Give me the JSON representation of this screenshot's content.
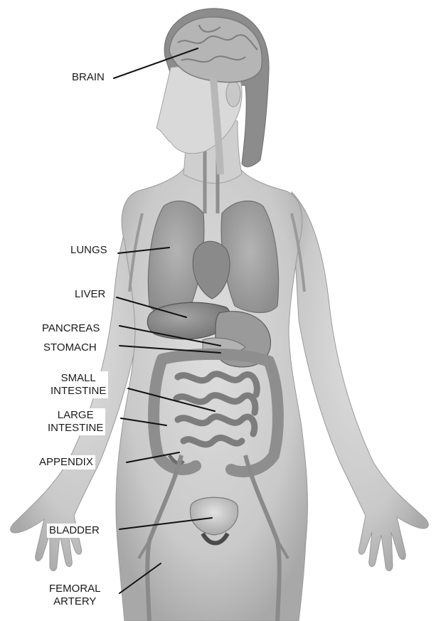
{
  "labels": {
    "brain": "BRAIN",
    "lungs": "LUNGS",
    "liver": "LIVER",
    "pancreas": "PANCREAS",
    "stomach": "STOMACH",
    "small_intestine": [
      "SMALL",
      "INTESTINE"
    ],
    "large_intestine": [
      "LARGE",
      "INTESTINE"
    ],
    "appendix": "APPENDIX",
    "bladder": "BLADDER",
    "femoral_artery": [
      "FEMORAL",
      "ARTERY"
    ]
  },
  "colors": {
    "skin": "#d4d4d4",
    "skin_shadow": "#a9a9a9",
    "hair": "#8c8c8c",
    "organ_dark": "#7a7a7a",
    "organ_mid": "#9e9e9e",
    "organ_light": "#c2c2c2",
    "vessel": "#8a8a8a",
    "label_text": "#1a1a1a",
    "leader_line": "#111111"
  }
}
